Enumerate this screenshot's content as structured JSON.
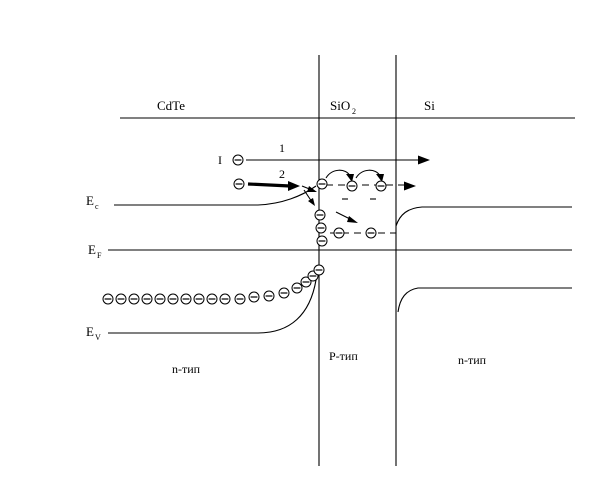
{
  "materials": {
    "cdte": "CdTe",
    "sio2_main": "SiO",
    "sio2_sub": "2",
    "si": "Si"
  },
  "levels": {
    "ec_main": "E",
    "ec_sub": "c",
    "ef_main": "E",
    "ef_sub": "F",
    "ev_main": "E",
    "ev_sub": "V"
  },
  "paths": {
    "path1": "1",
    "path2": "2",
    "side_mark": "I"
  },
  "regions": {
    "left": "n-тип",
    "middle": "P-тип",
    "right": "n-тип"
  },
  "electron_symbol": "minus-in-circle"
}
